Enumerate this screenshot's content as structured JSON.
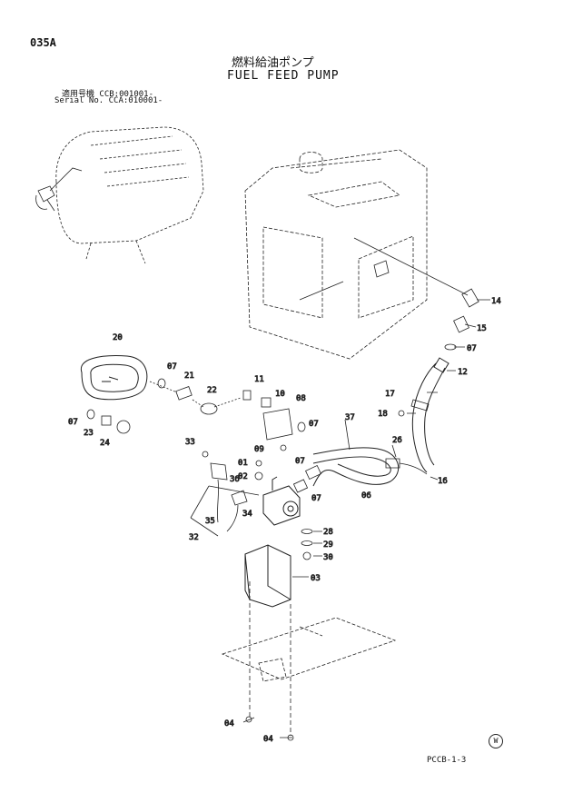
{
  "header": {
    "page_code": "035A",
    "title_jp": "燃料給油ポンプ",
    "title_en": "FUEL FEED PUMP",
    "serial_line_1": "適用号機  CCB:001001-",
    "serial_line_2": "Serial No. CCA:010001-"
  },
  "footer": {
    "code": "PCCB-1-3",
    "mark": "W"
  },
  "callouts": {
    "c01": "01",
    "c02": "02",
    "c03": "03",
    "c04a": "04",
    "c04b": "04",
    "c06": "06",
    "c07a": "07",
    "c07b": "07",
    "c07c": "07",
    "c07d": "07",
    "c07e": "07",
    "c07f": "07",
    "c08": "08",
    "c09": "09",
    "c10": "10",
    "c11": "11",
    "c12": "12",
    "c14": "14",
    "c15": "15",
    "c16": "16",
    "c17": "17",
    "c18": "18",
    "c20": "20",
    "c21": "21",
    "c22": "22",
    "c23": "23",
    "c24": "24",
    "c26": "26",
    "c28": "28",
    "c29": "29",
    "c30": "30",
    "c32": "32",
    "c33": "33",
    "c34": "34",
    "c35": "35",
    "c36": "36",
    "c37": "37"
  }
}
